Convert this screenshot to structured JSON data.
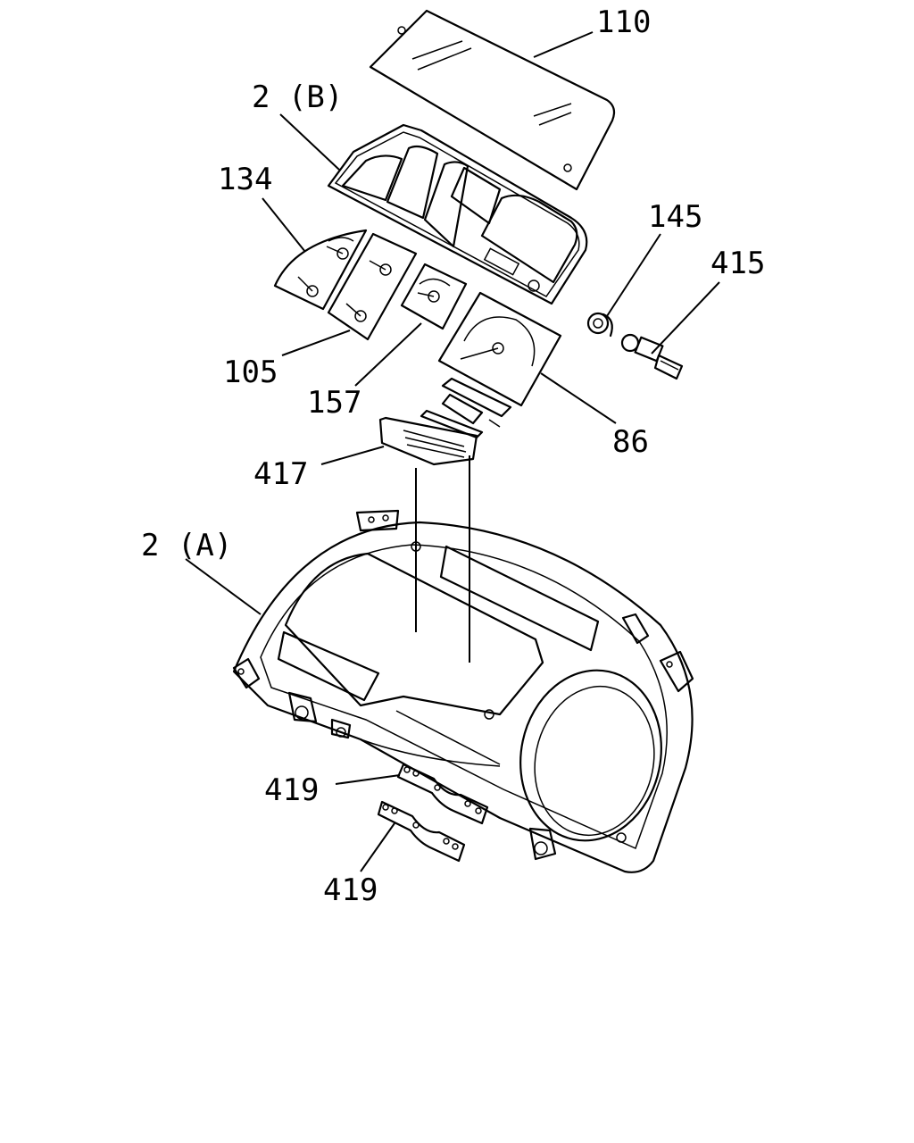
{
  "labels": {
    "p110": "110",
    "p2b": "2 (B)",
    "p134": "134",
    "p145": "145",
    "p415": "415",
    "p105": "105",
    "p157": "157",
    "p86": "86",
    "p417": "417",
    "p2a": "2 (A)",
    "p419a": "419",
    "p419b": "419"
  }
}
